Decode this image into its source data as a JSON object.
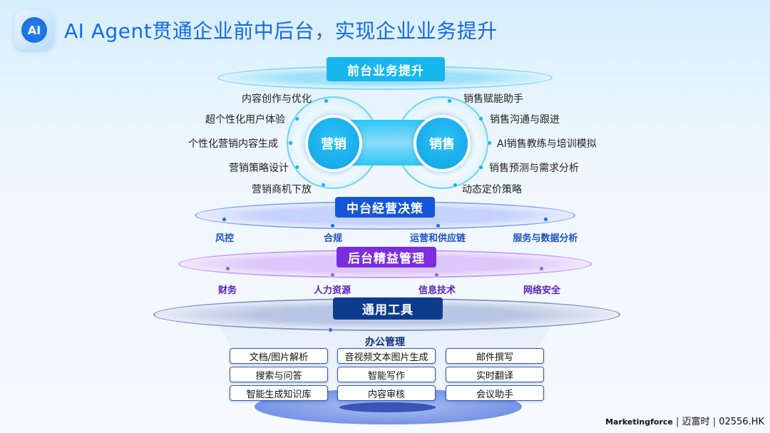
{
  "header": {
    "logo_text": "AI",
    "title": "AI Agent贯通企业前中后台，实现企业业务提升"
  },
  "front": {
    "label": "前台业务提升",
    "marketing": "营销",
    "sales": "销售",
    "marketing_items": [
      "内容创作与优化",
      "超个性化用户体验",
      "个性化营销内容生成",
      "营销策略设计",
      "营销商机下放"
    ],
    "sales_items": [
      "销售赋能助手",
      "销售沟通与跟进",
      "AI销售教练与培训模拟",
      "销售预测与需求分析",
      "动态定价策略"
    ]
  },
  "middle": {
    "label": "中台经营决策",
    "items": [
      "风控",
      "合规",
      "运营和供应链",
      "服务与数据分析"
    ]
  },
  "back": {
    "label": "后台精益管理",
    "items": [
      "财务",
      "人力资源",
      "信息技术",
      "网络安全"
    ]
  },
  "tools": {
    "label": "通用工具",
    "section": "办公管理",
    "items": [
      "文档/图片解析",
      "音视频文本图片生成",
      "邮件撰写",
      "搜索与问答",
      "智能写作",
      "实时翻译",
      "智能生成知识库",
      "内容审核",
      "会议助手"
    ]
  },
  "footer": {
    "brand": "Marketingforce",
    "cn_name": "迈富时",
    "ticker": "02556.HK"
  },
  "watermark": "Marketingforce",
  "colors": {
    "title": "#1769ec",
    "front": "#17b6ee",
    "middle": "#1556d8",
    "back": "#7a2ee0",
    "tools": "#0d3c8f"
  }
}
